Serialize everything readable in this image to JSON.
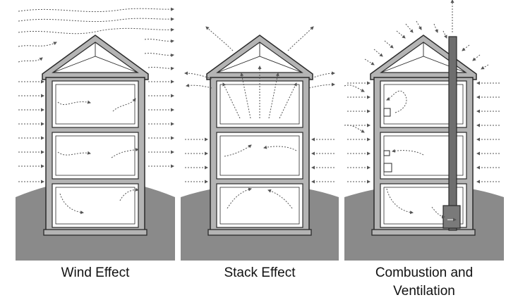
{
  "panels": [
    {
      "id": "wind",
      "caption_lines": [
        "Wind Effect"
      ]
    },
    {
      "id": "stack",
      "caption_lines": [
        "Stack Effect"
      ]
    },
    {
      "id": "combustion",
      "caption_lines": [
        "Combustion and",
        "Ventilation"
      ]
    }
  ],
  "colors": {
    "ground": "#8a8a8a",
    "wall": "#b4b4b4",
    "outline": "#2a2a2a",
    "room": "#ffffff",
    "arrow": "#555555",
    "chimney": "#6e6e6e",
    "caption": "#111111"
  }
}
